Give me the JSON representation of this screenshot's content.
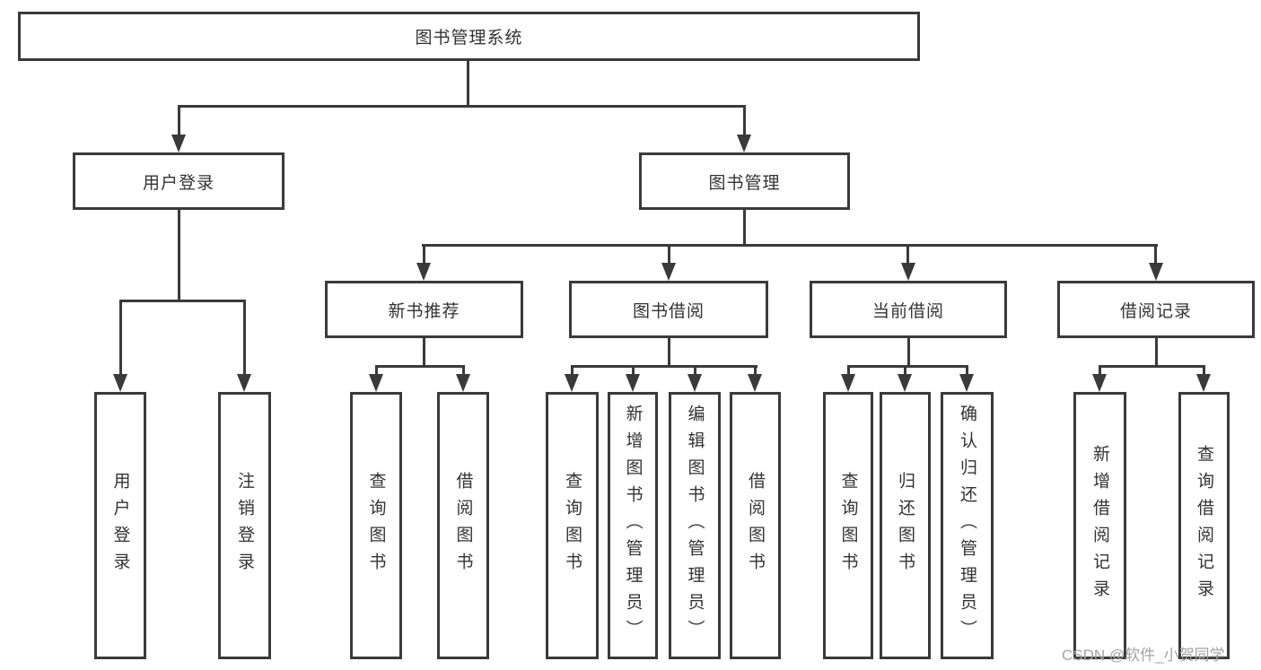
{
  "diagram": {
    "title": "图书管理系统",
    "root": {
      "label": "图书管理系统"
    },
    "branches": [
      {
        "label": "用户登录",
        "children": [
          {
            "label": "用户登录"
          },
          {
            "label": "注销登录"
          }
        ]
      },
      {
        "label": "图书管理",
        "children": [
          {
            "label": "新书推荐",
            "children": [
              {
                "label": "查询图书"
              },
              {
                "label": "借阅图书"
              }
            ]
          },
          {
            "label": "图书借阅",
            "children": [
              {
                "label": "查询图书"
              },
              {
                "label": "新增图书（管理员）"
              },
              {
                "label": "编辑图书（管理员）"
              },
              {
                "label": "借阅图书"
              }
            ]
          },
          {
            "label": "当前借阅",
            "children": [
              {
                "label": "查询图书"
              },
              {
                "label": "归还图书"
              },
              {
                "label": "确认归还（管理员）"
              }
            ]
          },
          {
            "label": "借阅记录",
            "children": [
              {
                "label": "新增借阅记录"
              },
              {
                "label": "查询借阅记录"
              }
            ]
          }
        ]
      }
    ]
  },
  "watermark": {
    "text": "CSDN @软件_小贺同学"
  },
  "colors": {
    "line": "#3a3a3a",
    "box_border": "#3a3a3a",
    "text": "#333333",
    "watermark": "#a3a3a3",
    "background": "#ffffff"
  }
}
